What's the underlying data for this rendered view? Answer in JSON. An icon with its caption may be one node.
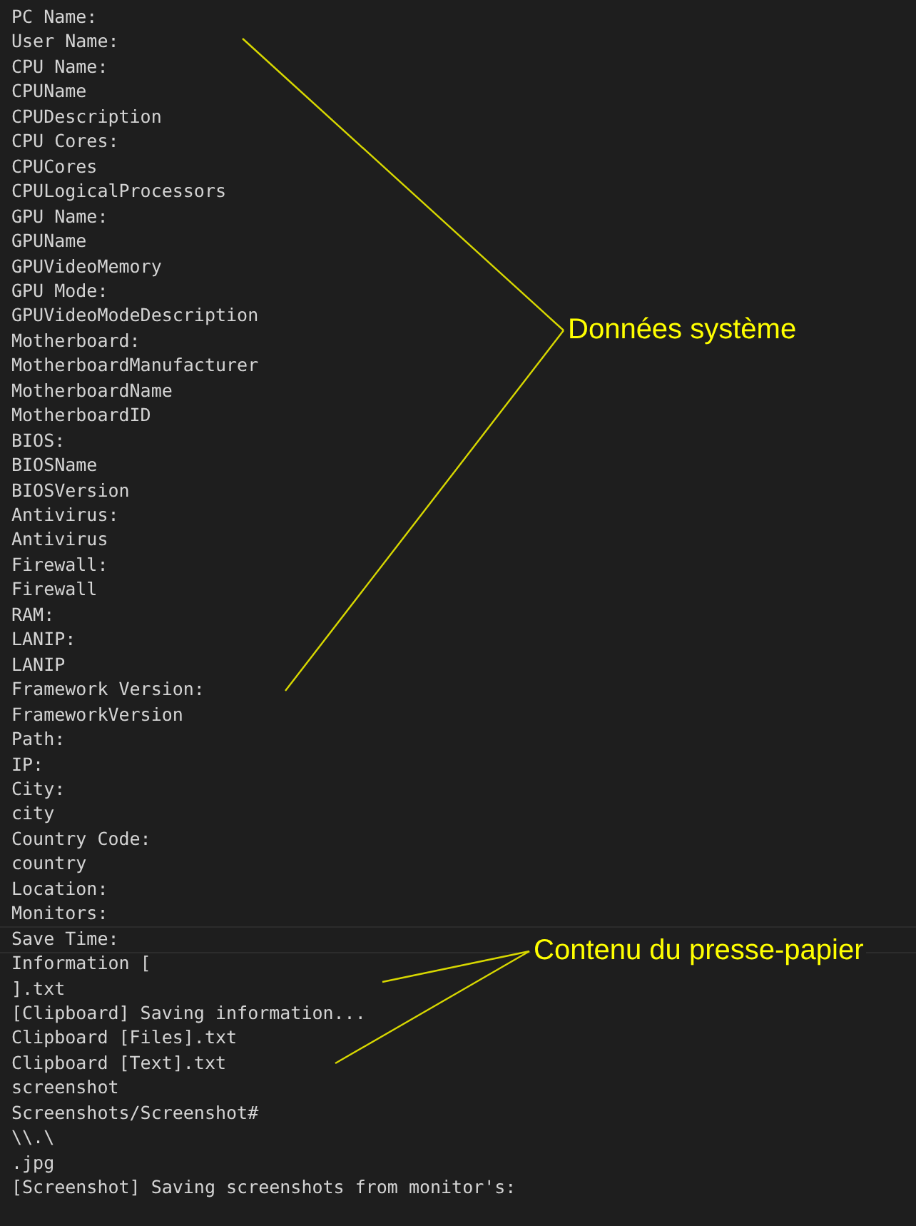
{
  "diagram": {
    "nodes": [
      {
        "text": [
          "Données système"
        ]
      },
      {
        "text": [
          "Contenu du presse-papier"
        ]
      }
    ],
    "edges": [
      {
        "from": 0,
        "to": null,
        "arrow": "none"
      },
      {
        "from": 0,
        "to": null,
        "arrow": "none"
      },
      {
        "from": 1,
        "to": null,
        "arrow": "none"
      },
      {
        "from": 1,
        "to": null,
        "arrow": "none"
      }
    ],
    "labels": [
      "PC Name:",
      "User Name:",
      "CPU Name:",
      "CPUName",
      "CPUDescription",
      "CPU Cores:",
      "CPUCores",
      "CPULogicalProcessors",
      "GPU Name:",
      "GPUName",
      "GPUVideoMemory",
      "GPU Mode:",
      "GPUVideoModeDescription",
      "Motherboard:",
      "MotherboardManufacturer",
      "MotherboardName",
      "MotherboardID",
      "BIOS:",
      "BIOSName",
      "BIOSVersion",
      "Antivirus:",
      "Antivirus",
      "Firewall:",
      "Firewall",
      "RAM:",
      "LANIP:",
      "LANIP",
      "Framework Version:",
      "FrameworkVersion",
      "Path:",
      "IP:",
      "City:",
      "city",
      "Country Code:",
      "country",
      "Location:",
      "Monitors:",
      "Save Time:",
      "Information [",
      "].txt",
      "[Clipboard] Saving information...",
      "Clipboard [Files].txt",
      "Clipboard [Text].txt",
      "screenshot",
      "Screenshots/Screenshot#",
      "\\\\.\\",
      ".jpg",
      "[Screenshot] Saving screenshots from monitor's:"
    ]
  }
}
